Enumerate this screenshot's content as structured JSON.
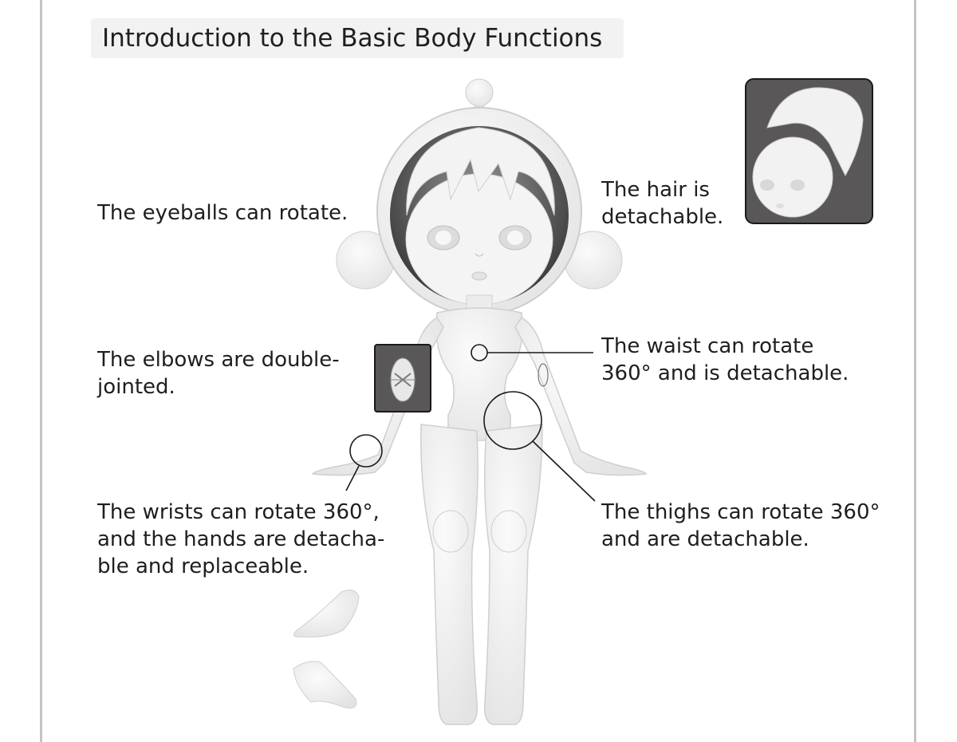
{
  "title": "Introduction to the Basic Body Functions",
  "captions": {
    "eyeballs": [
      "The eyeballs can rotate."
    ],
    "hair": [
      "The hair is",
      "detachable."
    ],
    "elbows": [
      "The elbows are double-",
      "jointed."
    ],
    "waist": [
      "The waist can rotate",
      "360° and is detachable."
    ],
    "wrists": [
      "The wrists can rotate 360°,",
      "and the hands are detacha-",
      "ble and replaceable."
    ],
    "thighs": [
      "The thighs can rotate 360°",
      "and are detachable."
    ]
  },
  "colors": {
    "figure": "#efefef",
    "outline": "#c9c9c9",
    "inset_bg": "#5a5758",
    "callout": "#1a1a1a"
  }
}
